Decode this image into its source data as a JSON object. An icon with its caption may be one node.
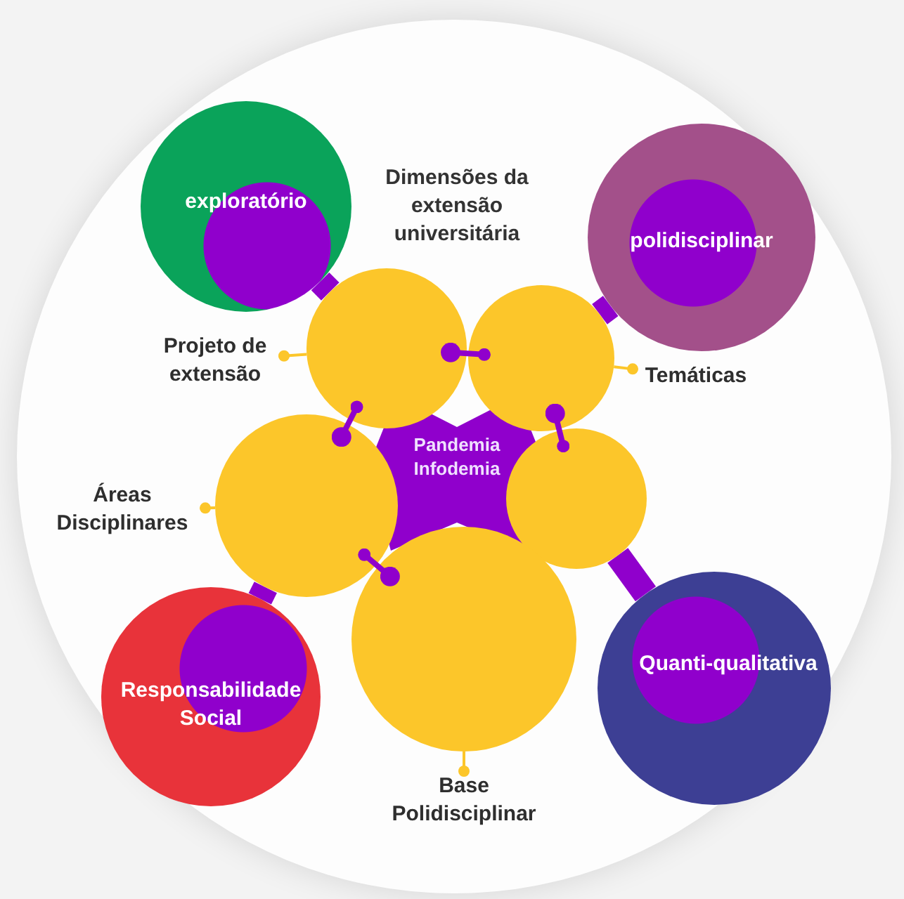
{
  "diagram": {
    "nodes": [
      {
        "text": [
          "Pandemia Infodemia"
        ]
      },
      {
        "text": [
          "exploratório"
        ]
      },
      {
        "text": [
          "polidisciplinar"
        ]
      },
      {
        "text": [
          "Responsabilidade Social"
        ]
      },
      {
        "text": [
          "Quanti-qualitativa"
        ]
      },
      {
        "text": [],
        "shape": "circle"
      },
      {
        "text": [],
        "shape": "circle"
      },
      {
        "text": [],
        "shape": "circle"
      },
      {
        "text": [],
        "shape": "circle"
      },
      {
        "text": [],
        "shape": "circle"
      },
      {
        "text": [
          "Projeto de extensão"
        ]
      },
      {
        "text": [
          "Temáticas"
        ]
      },
      {
        "text": [
          "Áreas Disciplinares"
        ]
      },
      {
        "text": [
          "Base Polidisciplinar"
        ]
      }
    ],
    "edges": [
      {
        "from": 5,
        "to": 1,
        "arrow": "none",
        "style": "thick",
        "color": "#9000cc"
      },
      {
        "from": 6,
        "to": 2,
        "arrow": "none",
        "style": "thick",
        "color": "#9000cc"
      },
      {
        "from": 7,
        "to": 3,
        "arrow": "none",
        "style": "thick",
        "color": "#9000cc"
      },
      {
        "from": 8,
        "to": 4,
        "arrow": "none",
        "style": "thick",
        "color": "#9000cc"
      },
      {
        "from": 10,
        "to": 5,
        "arrow": "other",
        "color": "#fcc62a"
      },
      {
        "from": 11,
        "to": 6,
        "arrow": "other",
        "color": "#fcc62a"
      },
      {
        "from": 12,
        "to": 7,
        "arrow": "other",
        "color": "#fcc62a"
      },
      {
        "from": 13,
        "to": 9,
        "arrow": "other",
        "color": "#fcc62a"
      },
      {
        "from": 5,
        "to": 6,
        "arrow": "other",
        "color": "#9000cc"
      },
      {
        "from": 7,
        "to": 5,
        "arrow": "other",
        "color": "#9000cc"
      },
      {
        "from": 6,
        "to": 8,
        "arrow": "other",
        "color": "#9000cc"
      },
      {
        "from": 9,
        "to": 7,
        "arrow": "other",
        "color": "#9000cc"
      }
    ],
    "labels": [
      "Dimensões da extensão universitária"
    ]
  }
}
